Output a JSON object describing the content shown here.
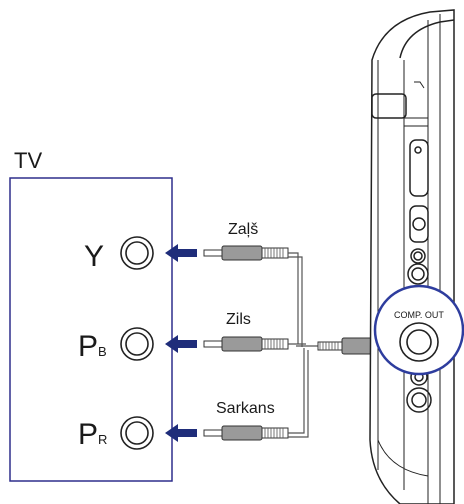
{
  "tv": {
    "title": "TV",
    "inputs": [
      {
        "label": "Y",
        "sub": ""
      },
      {
        "label": "P",
        "sub": "B"
      },
      {
        "label": "P",
        "sub": "R"
      }
    ]
  },
  "cables": [
    {
      "color_name": "Zaļš"
    },
    {
      "color_name": "Zils"
    },
    {
      "color_name": "Sarkans"
    }
  ],
  "device": {
    "port_label": "COMP. OUT"
  },
  "colors": {
    "frame": "#2e2e8c",
    "arrow": "#1f2d7a",
    "highlight": "#2e3d9e",
    "line": "#222222"
  }
}
